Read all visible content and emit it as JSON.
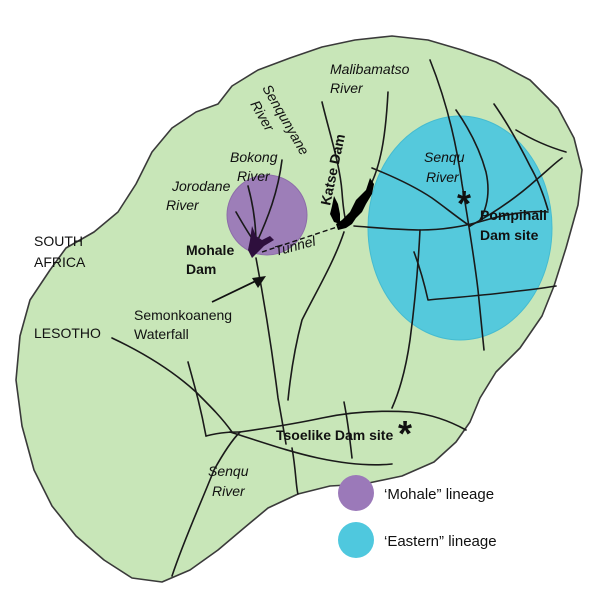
{
  "map": {
    "colors": {
      "land": "#c8e6b8",
      "border": "#3a3a3a",
      "mohale_lineage": "#9b79b9",
      "eastern_lineage": "#4fc8de",
      "dam": "#000000",
      "mohale_river": "#2e0f3d",
      "pompihali_label": "#1b6f86"
    },
    "labels": {
      "south_africa_1": "SOUTH",
      "south_africa_2": "AFRICA",
      "lesotho": "LESOTHO",
      "malibamatso_1": "Malibamatso",
      "malibamatso_2": "River",
      "senqunyane_1": "Senqunyane",
      "senqunyane_2": "River",
      "bokong_1": "Bokong",
      "bokong_2": "River",
      "jorodane_1": "Jorodane",
      "jorodane_2": "River",
      "katse_dam": "Katse Dam",
      "tunnel": "Tunnel",
      "mohale_dam_1": "Mohale",
      "mohale_dam_2": "Dam",
      "semonkoaneng_1": "Semonkoaneng",
      "semonkoaneng_2": "Waterfall",
      "senqu_east_1": "Senqu",
      "senqu_east_2": "River",
      "pompihali_1": "Pompihali",
      "pompihali_2": "Dam site",
      "tsoelike": "Tsoelike Dam site",
      "senqu_south_1": "Senqu",
      "senqu_south_2": "River",
      "asterisk": "*"
    },
    "legend": [
      {
        "label": "‘Mohale” lineage",
        "color": "#9b79b9"
      },
      {
        "label": "‘Eastern” lineage",
        "color": "#4fc8de"
      }
    ]
  }
}
